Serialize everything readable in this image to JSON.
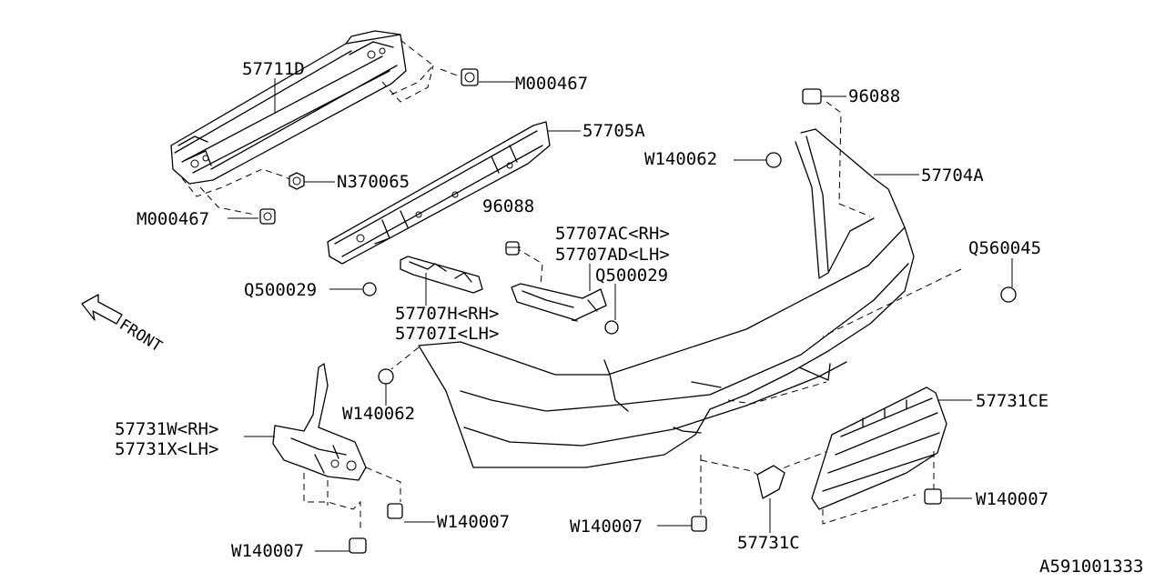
{
  "labels": {
    "l57711d": "57711D",
    "m000467_top": "M000467",
    "l57705a": "57705A",
    "n370065": "N370065",
    "m000467_left": "M000467",
    "l96088_top": "96088",
    "w140062_right": "W140062",
    "l57704a": "57704A",
    "l96088_mid": "96088",
    "l57707ac": "57707AC<RH>",
    "l57707ad": "57707AD<LH>",
    "q500029_right": "Q500029",
    "q560045": "Q560045",
    "q500029_left": "Q500029",
    "l57707h": "57707H<RH>",
    "l57707i": "57707I<LH>",
    "w140062_left": "W140062",
    "l57731w": "57731W<RH>",
    "l57731x": "57731X<LH>",
    "l57731ce": "57731CE",
    "w140007_right": "W140007",
    "w140007_mid": "W140007",
    "w140007_center": "W140007",
    "l57731c": "57731C",
    "w140007_bottom": "W140007"
  },
  "front_marker": "FRONT",
  "diagram_id": "A591001333"
}
